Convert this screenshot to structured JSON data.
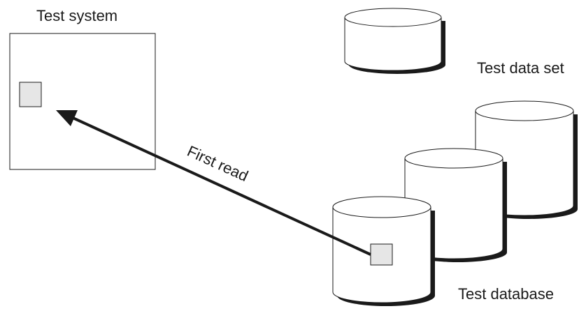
{
  "labels": {
    "test_system": "Test system",
    "test_data_set": "Test data set",
    "test_database": "Test database",
    "first_read": "First read"
  },
  "colors": {
    "stroke": "#1a1a1a",
    "shadow": "#1a1a1a",
    "cylinder_fill": "#ffffff",
    "record_fill": "#e6e6e6"
  }
}
